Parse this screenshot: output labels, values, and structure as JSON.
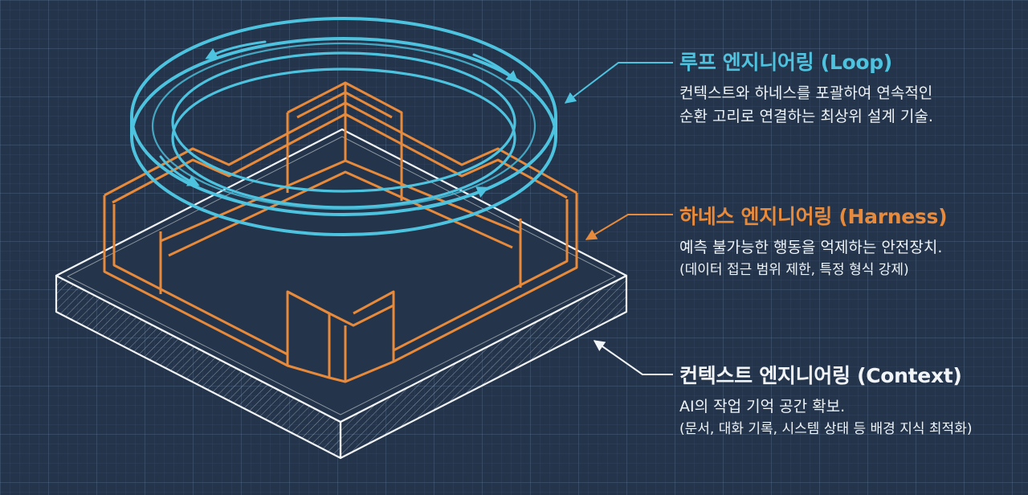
{
  "colors": {
    "background": "#24344a",
    "loop": "#4ec3df",
    "harness": "#e78a3b",
    "context": "#f2f5f8"
  },
  "layers": {
    "loop": {
      "title": "루프 엔지니어링 (Loop)",
      "lines": [
        "컨텍스트와 하네스를 포괄하여 연속적인",
        "순환 고리로 연결하는 최상위 설계 기술."
      ]
    },
    "harness": {
      "title": "하네스 엔지니어링 (Harness)",
      "lines": [
        "예측 불가능한 행동을 억제하는 안전장치."
      ],
      "note": "(데이터 접근 범위 제한, 특정 형식 강제)"
    },
    "context": {
      "title": "컨텍스트 엔지니어링 (Context)",
      "lines": [
        "AI의 작업 기억 공간 확보."
      ],
      "note": "(문서, 대화 기록, 시스템 상태 등 배경 지식 최적화)"
    }
  }
}
